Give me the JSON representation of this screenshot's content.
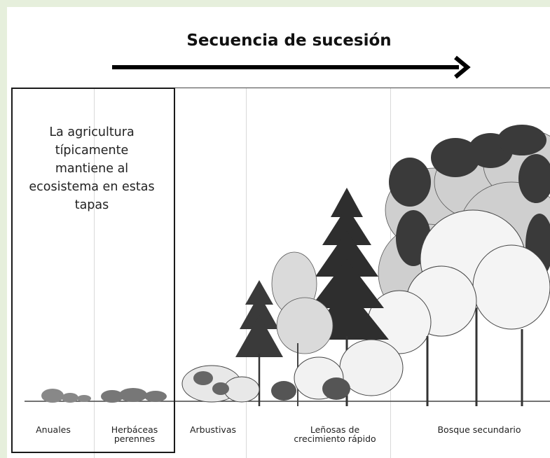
{
  "title": "Secuencia de sucesión",
  "note": "La agricultura típicamente mantiene al ecosistema en estas tapas",
  "stages": [
    {
      "label": "Anuales"
    },
    {
      "label": "Herbáceas perennes"
    },
    {
      "label": "Arbustivas"
    },
    {
      "label": "Leñosas de crecimiento rápido"
    },
    {
      "label": "Bosque secundario"
    }
  ],
  "colors": {
    "background": "#e6efdc",
    "canvas": "#ffffff",
    "ink": "#111111",
    "foliage_dark": "#2e2e2e",
    "foliage_mid": "#6f6f6f",
    "foliage_light": "#c4c4c4"
  },
  "icons": {
    "arrow": "right-arrow",
    "illustration": "plant-succession-illustration"
  }
}
